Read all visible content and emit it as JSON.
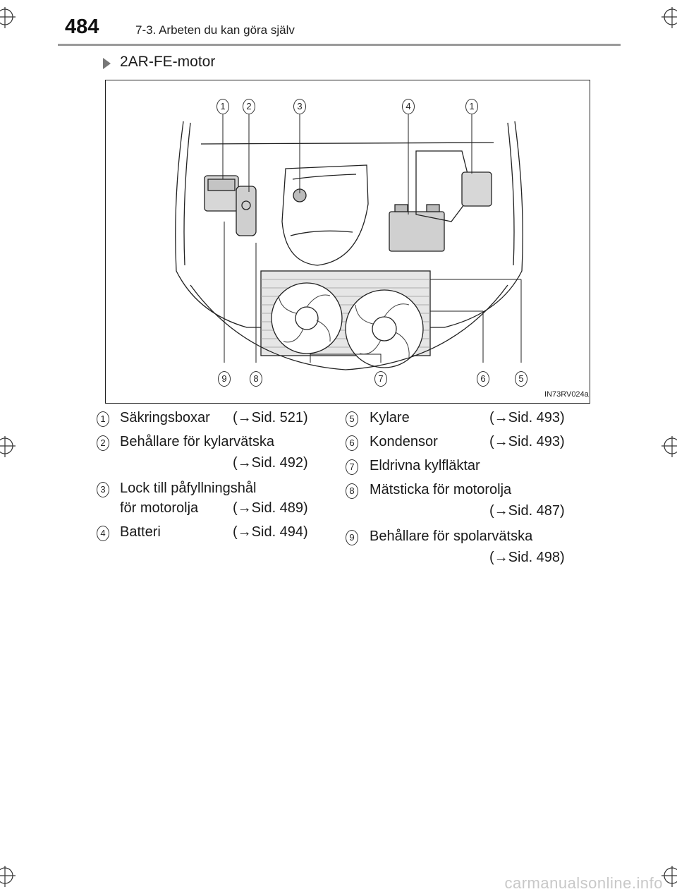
{
  "header": {
    "page_number": "484",
    "chapter": "7-3. Arbeten du kan göra själv"
  },
  "section": {
    "title": "2AR-FE-motor"
  },
  "figure": {
    "code": "IN73RV024a",
    "callouts_top": [
      "1",
      "2",
      "3",
      "4",
      "1"
    ],
    "callouts_bottom": [
      "9",
      "8",
      "7",
      "6",
      "5"
    ]
  },
  "legend": {
    "left": [
      {
        "num": "1",
        "label": "Säkringsboxar",
        "label2": "",
        "ref": "(→Sid. 521)"
      },
      {
        "num": "2",
        "label": "Behållare för kylarvätska",
        "label2": "",
        "ref": "(→Sid. 492)"
      },
      {
        "num": "3",
        "label": "Lock till påfyllningshål",
        "label2": "för motorolja",
        "ref": "(→Sid. 489)"
      },
      {
        "num": "4",
        "label": "Batteri",
        "label2": "",
        "ref": "(→Sid. 494)"
      }
    ],
    "right": [
      {
        "num": "5",
        "label": "Kylare",
        "label2": "",
        "ref": "(→Sid. 493)"
      },
      {
        "num": "6",
        "label": "Kondensor",
        "label2": "",
        "ref": "(→Sid. 493)"
      },
      {
        "num": "7",
        "label": "Eldrivna kylfläktar",
        "label2": "",
        "ref": ""
      },
      {
        "num": "8",
        "label": "Mätsticka för motorolja",
        "label2": "",
        "ref": "(→Sid. 487)"
      },
      {
        "num": "9",
        "label": "Behållare för spolarvätska",
        "label2": "",
        "ref": "(→Sid. 498)"
      }
    ]
  },
  "watermark": "carmanualsonline.info"
}
